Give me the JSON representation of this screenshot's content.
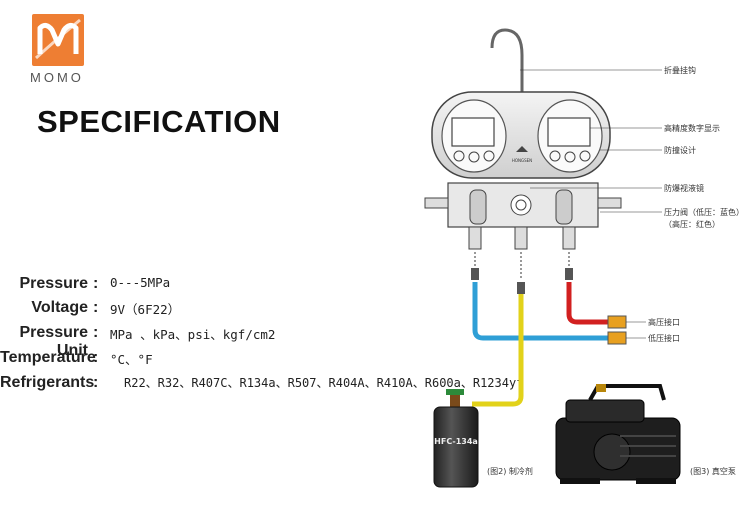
{
  "brand": {
    "name": "MOMO",
    "color": "#ee7e33"
  },
  "title": "SPECIFICATION",
  "specs": [
    {
      "label": "Pressure",
      "value": "0---5MPa"
    },
    {
      "label": "Voltage",
      "value": "9V（6F22）"
    },
    {
      "label": "Pressure Unit",
      "value": "MPa 、kPa、psi、kgf/cm2"
    },
    {
      "label": "Temperature",
      "value": "°C、°F"
    },
    {
      "label": "Refrigerants",
      "value": "R22、R32、R407C、R134a、R507、R404A、R410A、R600a、R1234yf"
    }
  ],
  "diagram": {
    "callouts": [
      "折叠挂钩",
      "高精度数字显示",
      "防撞设计",
      "防爆视液镜",
      "压力阀（低压：蓝色）",
      "（高压：红色）",
      "高压接口",
      "低压接口"
    ],
    "gauge_brand": "HONGSEN",
    "can_label": "HFC-134a",
    "caption_left": "(图2)  制冷剂",
    "caption_right": "(图3)  真空泵",
    "hose_colors": {
      "high": "#d22020",
      "low": "#2f9fd6",
      "service": "#e2d21a"
    }
  }
}
